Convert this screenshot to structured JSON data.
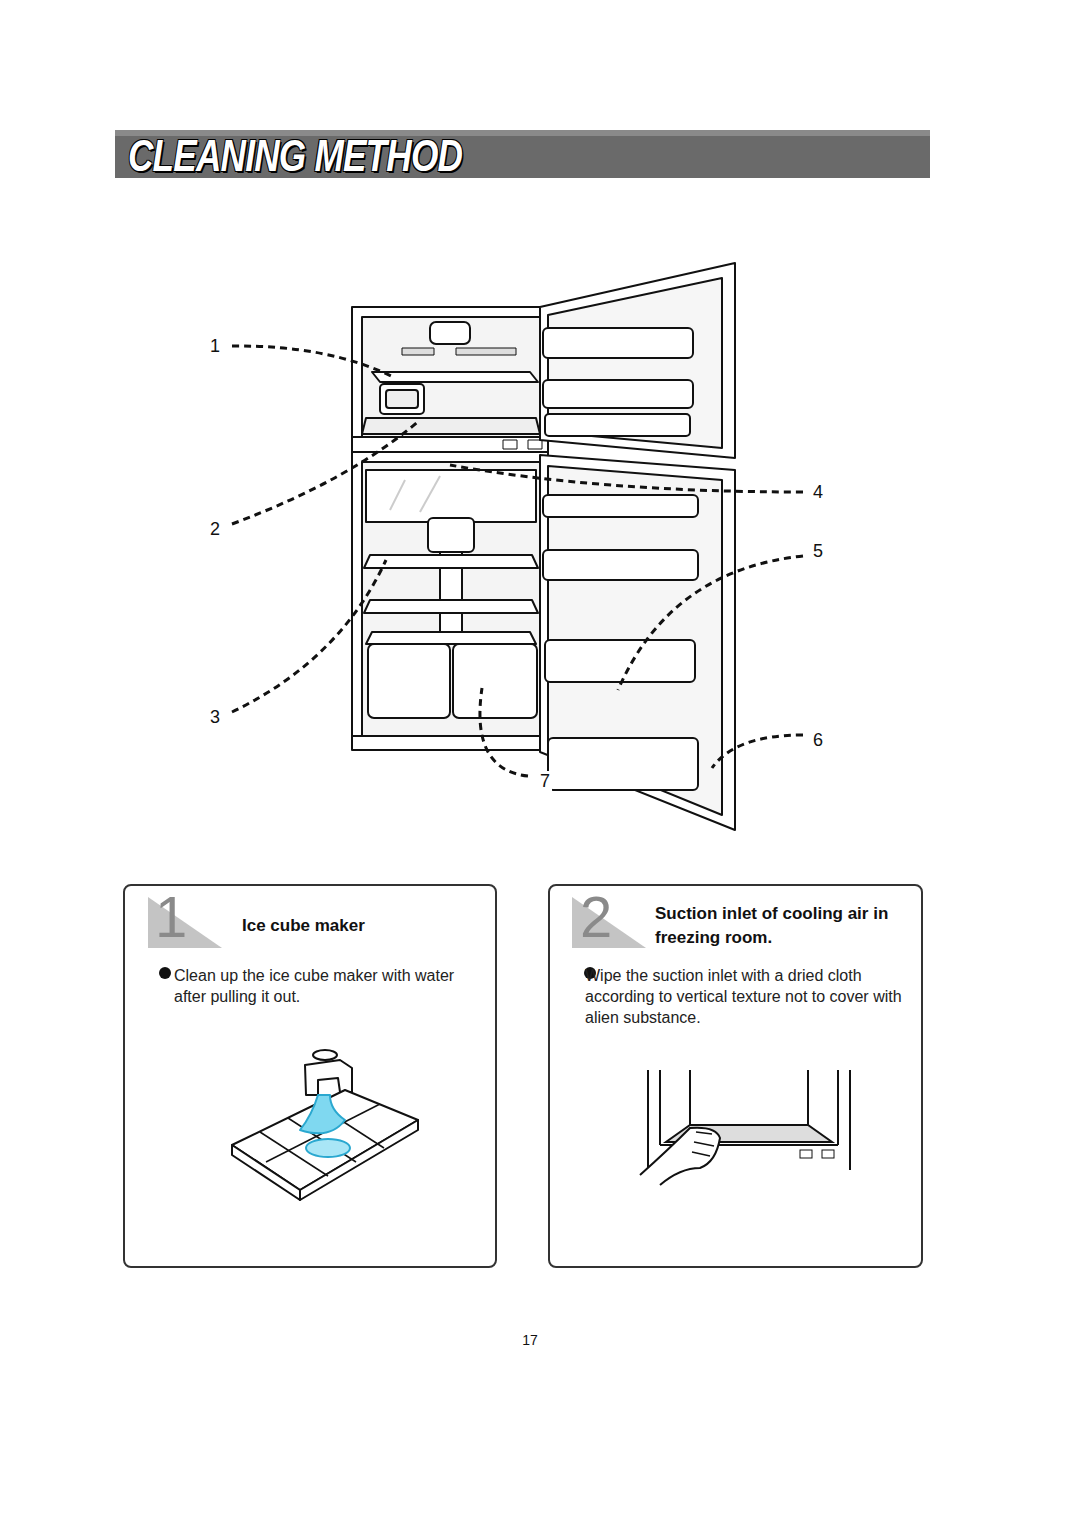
{
  "diagram": {
    "title": "CLEANING METHOD",
    "nodes": [
      {
        "text": [
          "1",
          "Ice cube maker",
          "Clean up the ice cube maker with water after pulling it out."
        ]
      },
      {
        "text": [
          "2",
          "Suction inlet of cooling air in freezing room.",
          "Wipe the suction inlet with a dried cloth according to vertical texture not to cover with alien substance."
        ]
      }
    ],
    "edges": [],
    "labels": [
      "1",
      "2",
      "3",
      "4",
      "5",
      "6",
      "7",
      "17"
    ]
  }
}
